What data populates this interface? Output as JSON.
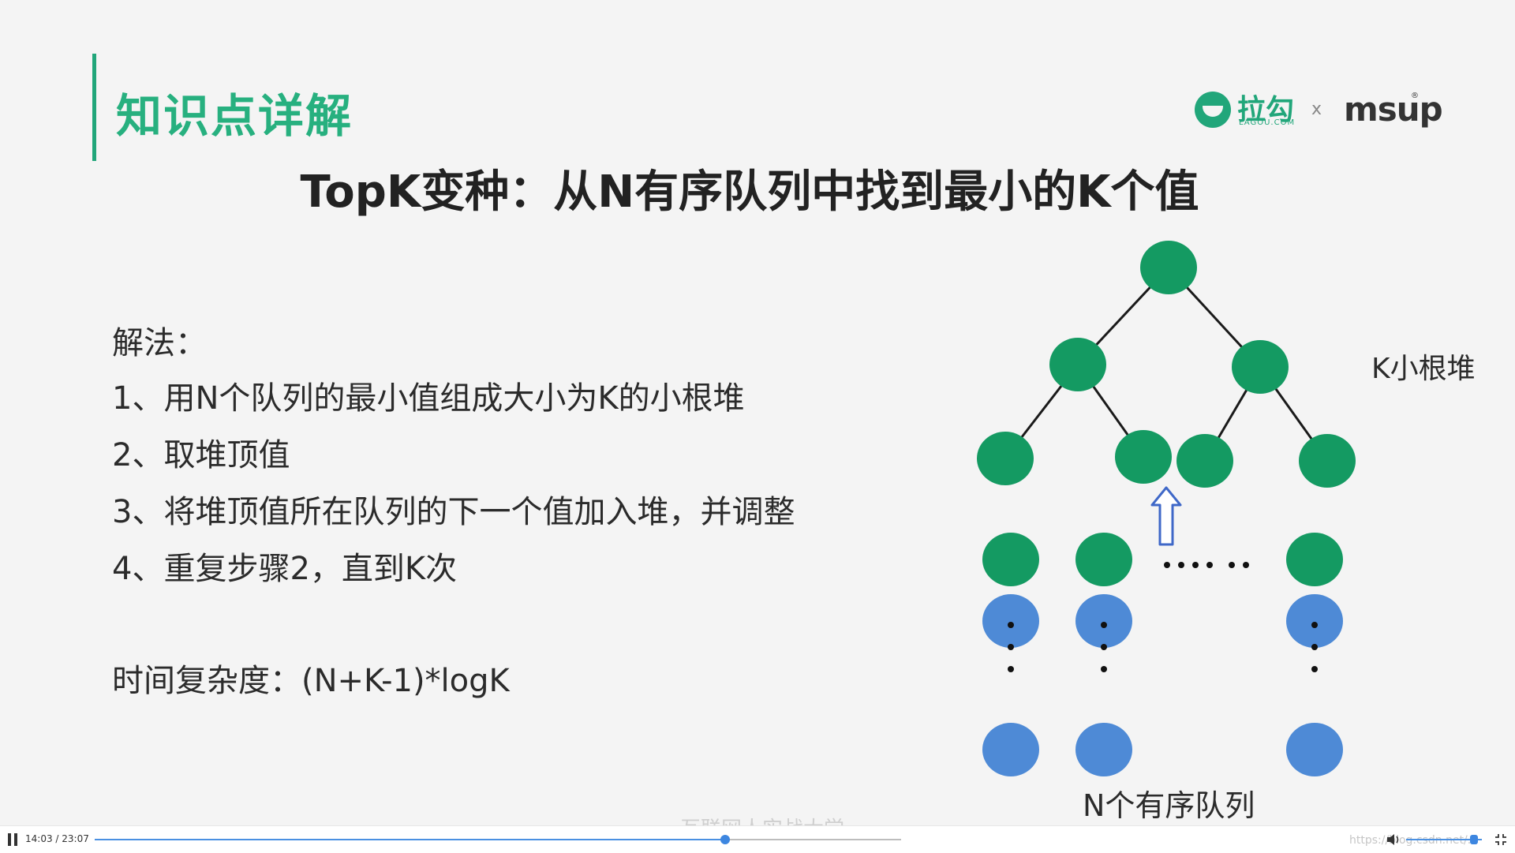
{
  "slide": {
    "heading": "知识点详解",
    "logo": {
      "brand_cn": "拉勾",
      "brand_en": "LAGOU.COM",
      "separator": "x",
      "partner": "msup",
      "registered": "®"
    },
    "title": "TopK变种：从N有序队列中找到最小的K个值",
    "solution_label": "解法：",
    "steps": [
      "1、用N个队列的最小值组成大小为K的小根堆",
      "2、取堆顶值",
      "3、将堆顶值所在队列的下一个值加入堆，并调整",
      "4、重复步骤2，直到K次"
    ],
    "complexity": "时间复杂度：(N+K-1)*logK",
    "diagram": {
      "heap_label": "K小根堆",
      "queues_label": "N个有序队列",
      "colors": {
        "heap_node": "#149a62",
        "queue_head": "#149a62",
        "queue_node": "#4e8ad6",
        "arrow": "#3f68c8",
        "edge": "#1a1a1a"
      }
    },
    "watermark": "互联网人实战大学"
  },
  "player": {
    "time": "14:03 / 23:07",
    "progress_fraction": 0.782,
    "volume_fraction": 0.9,
    "site_url": "https://blog.csdn.net/..."
  }
}
